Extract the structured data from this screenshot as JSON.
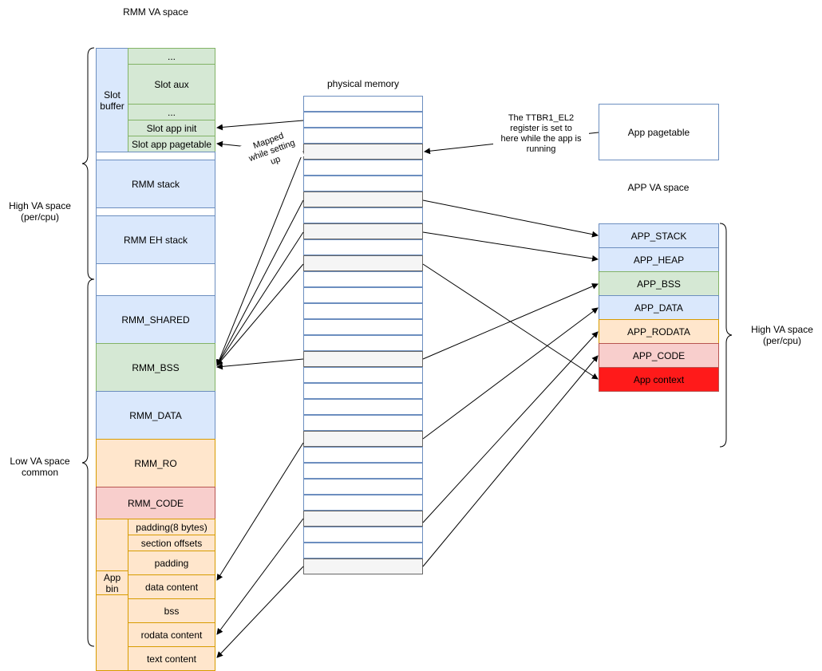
{
  "titles": {
    "rmm_va_space": "RMM VA space",
    "physical_memory": "physical memory",
    "app_va_space": "APP VA space"
  },
  "side_labels": {
    "high_va_left": "High VA space\n(per/cpu)",
    "low_va_left": "Low VA space\ncommon",
    "high_va_right": "High VA space\n(per/cpu)"
  },
  "rmm": {
    "slot_buffer": "Slot\nbuffer",
    "slot_ellipsis_1": "...",
    "slot_aux": "Slot aux",
    "slot_ellipsis_2": "...",
    "slot_app_init": "Slot app init",
    "slot_app_pagetable": "Slot app pagetable",
    "stack": "RMM stack",
    "eh_stack": "RMM EH stack",
    "shared": "RMM_SHARED",
    "bss": "RMM_BSS",
    "data": "RMM_DATA",
    "ro": "RMM_RO",
    "code": "RMM_CODE",
    "app_bin": "App\nbin",
    "padding_8": "padding(8 bytes)",
    "section_offsets": "section offsets",
    "padding": "padding",
    "data_content": "data content",
    "bss_item": "bss",
    "rodata_content": "rodata content",
    "text_content": "text content"
  },
  "app": {
    "pagetable": "App pagetable",
    "stack": "APP_STACK",
    "heap": "APP_HEAP",
    "bss": "APP_BSS",
    "data": "APP_DATA",
    "rodata": "APP_RODATA",
    "code": "APP_CODE",
    "context": "App context"
  },
  "annotations": {
    "mapped_setup": "Mapped\nwhile setting\nup",
    "ttbr_note": "The TTBR1_EL2\nregister is set to\nhere while the app is\nrunning"
  },
  "physical_memory": {
    "block_count": 30,
    "highlighted_blocks": [
      3,
      6,
      8,
      10,
      16,
      21,
      26,
      29
    ]
  },
  "colors": {
    "blue_fill": "#dae8fc",
    "green_fill": "#d5e8d4",
    "orange_fill": "#ffe6cc",
    "pink_fill": "#f8cecc",
    "red_fill": "#ff1a1a",
    "gray_fill": "#f5f5f5"
  }
}
